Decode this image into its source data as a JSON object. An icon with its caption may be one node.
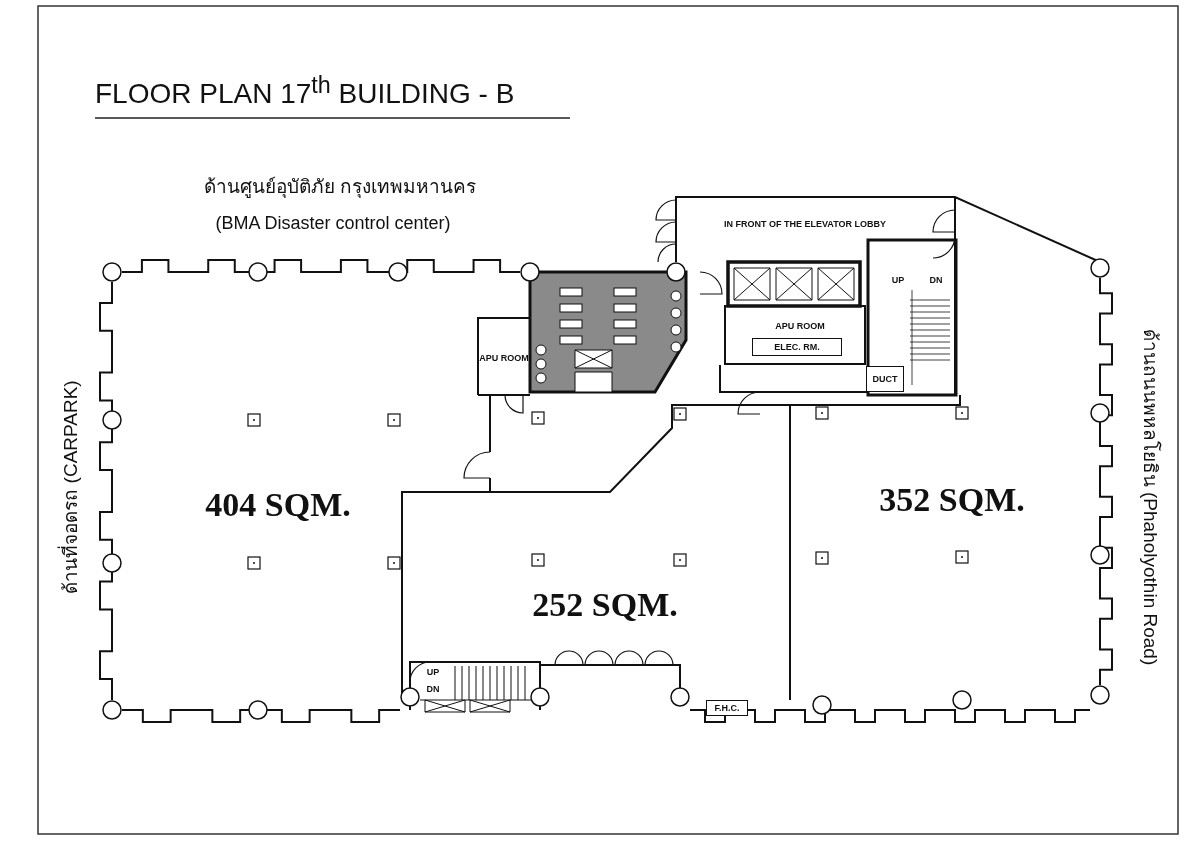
{
  "diagram": {
    "title": "FLOOR PLAN 17$^{th}$ BUILDING - B",
    "nodes": [
      {
        "text": [
          "ELEC. RM."
        ]
      },
      {
        "text": [
          "DUCT"
        ]
      },
      {
        "text": [
          "F.H.C."
        ]
      }
    ],
    "labels": [
      "ด้านศูนย์อุบัติภัย กรุงเทพมหานคร",
      "(BMA Disaster control center)",
      "IN FRONT OF THE ELEVATOR LOBBY",
      "UP",
      "DN",
      "APU ROOM",
      "APU ROOM",
      "404 SQM.",
      "352 SQM.",
      "252 SQM.",
      "UP",
      "DN",
      "ด้านที่จอดรถ (CARPARK)",
      "ด้านถนนพหลโยธิน (Phaholyothin Road)"
    ]
  }
}
